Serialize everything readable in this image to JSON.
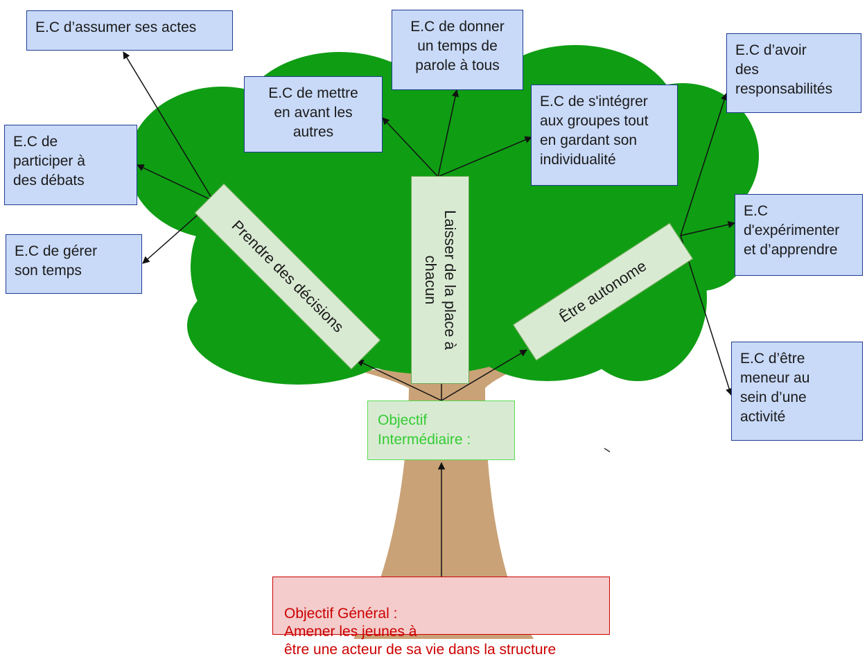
{
  "general_objective": {
    "label": "Objectif Général :",
    "text": "Amener les jeunes à\nêtre une acteur de sa vie dans la structure"
  },
  "intermediate_objective": "Objectif\nIntermédiaire :",
  "branches": {
    "decisions": "Prendre des décisions",
    "place": "Laisser de la place à chacun",
    "autonomie": "Être autonome"
  },
  "ec": {
    "assumer": "E.C d’assumer ses actes",
    "debats": "E.C de\nparticiper à\ndes débats",
    "temps": "E.C de gérer\nson temps",
    "mettre": "E.C de mettre\nen avant les\nautres",
    "parole": "E.C de donner\nun temps de\nparole à tous",
    "integrer": "E.C de s'intégrer\naux groupes tout\nen gardant son\nindividualité",
    "responsabilites": "E.C d’avoir\ndes\nresponsabilités",
    "experimenter": "E.C\nd'expérimenter\net d’apprendre",
    "meneur": "E.C d’être\nmeneur au\nsein d’une\nactivité"
  },
  "colors": {
    "foliage": "#0f9d14",
    "trunk": "#c9a277",
    "ec_fill": "#c9daf8",
    "ec_border": "#1f3a93",
    "branch_fill": "#d9ead3",
    "intermediate_text": "#33cc33",
    "general_fill": "#f4cccc",
    "general_text": "#cc0000"
  }
}
